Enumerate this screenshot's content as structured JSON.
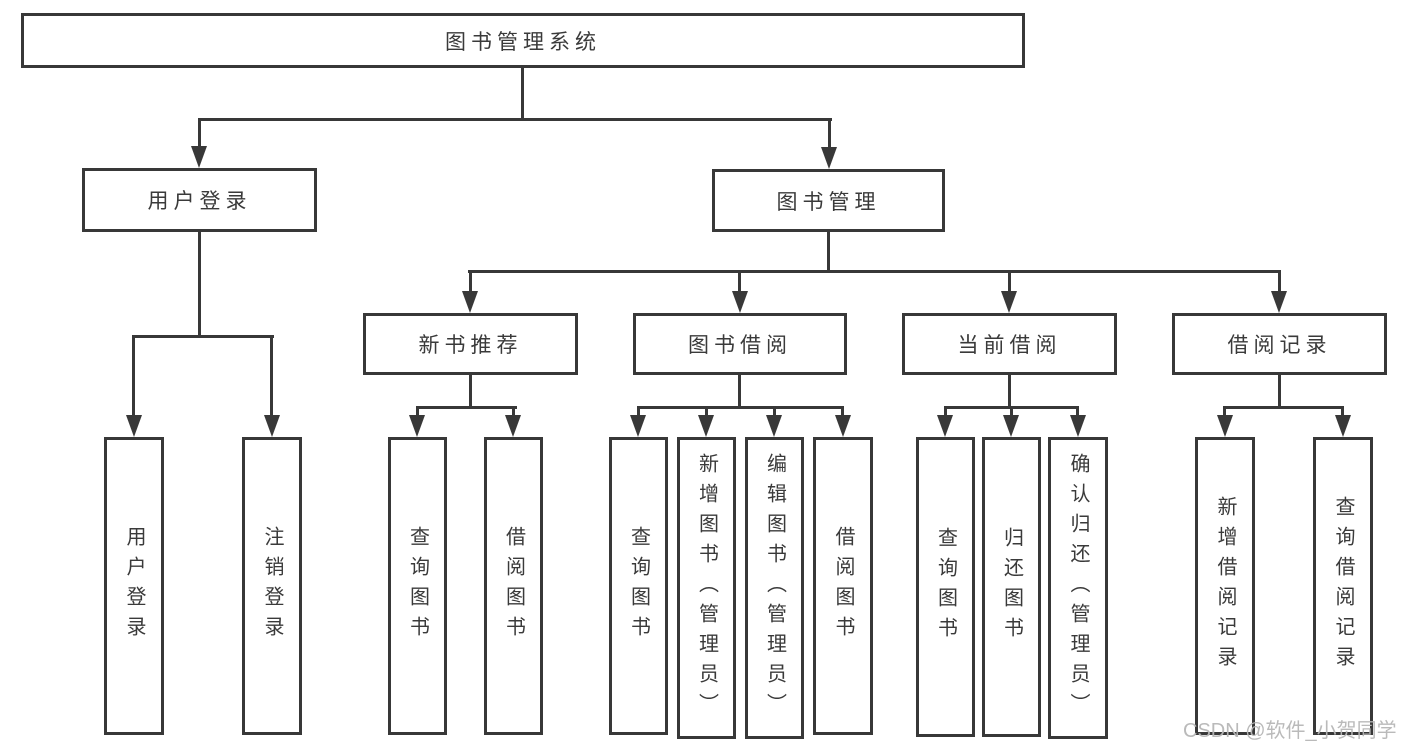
{
  "diagram_title": "图书管理系统",
  "watermark": "CSDN @软件_小贺同学",
  "colors": {
    "line": "#383838",
    "box_border": "#383838",
    "text": "#3a3a3a",
    "background": "#ffffff",
    "watermark": "#b6b6b6"
  },
  "nodes": {
    "root": "图书管理系统",
    "userLoginGroup": "用户登录",
    "bookMgmtGroup": "图书管理",
    "newBookRecommend": "新书推荐",
    "bookBorrow": "图书借阅",
    "currentBorrow": "当前借阅",
    "borrowRecords": "借阅记录",
    "leafUserLogin": "用户登录",
    "leafLogout": "注销登录",
    "leafQueryBookUnderRecommend": "查询图书",
    "leafBorrowBookUnderRecommend": "借阅图书",
    "leafQueryBookUnderBorrow": "查询图书",
    "leafAddBookAdmin": "新增图书（管理员）",
    "leafEditBookAdmin": "编辑图书（管理员）",
    "leafBorrowBookUnderBorrow": "借阅图书",
    "leafQueryBookUnderCurrent": "查询图书",
    "leafReturnBook": "归还图书",
    "leafConfirmReturnAdmin": "确认归还（管理员）",
    "leafAddBorrowRecord": "新增借阅记录",
    "leafQueryBorrowRecord": "查询借阅记录"
  }
}
